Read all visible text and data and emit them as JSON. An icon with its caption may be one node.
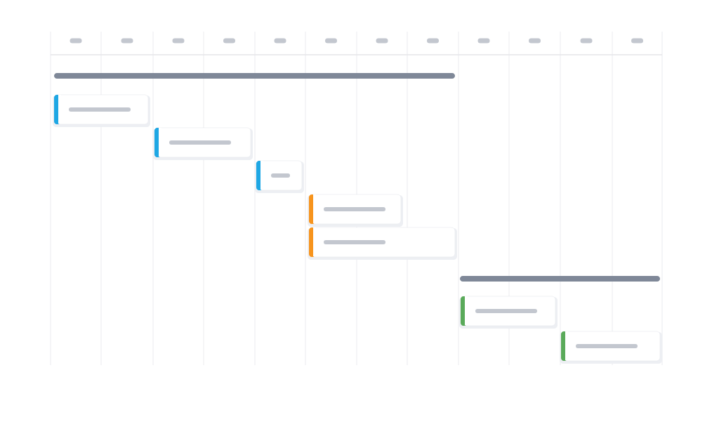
{
  "diagram": {
    "nodes": [
      {
        "text": [],
        "shape": "bar"
      },
      {
        "text": [],
        "shape": "box"
      },
      {
        "text": [],
        "shape": "box"
      },
      {
        "text": [],
        "shape": "box"
      },
      {
        "text": [],
        "shape": "box"
      },
      {
        "text": [],
        "shape": "box"
      },
      {
        "text": [],
        "shape": "bar"
      },
      {
        "text": [],
        "shape": "box"
      },
      {
        "text": [],
        "shape": "box"
      }
    ]
  }
}
